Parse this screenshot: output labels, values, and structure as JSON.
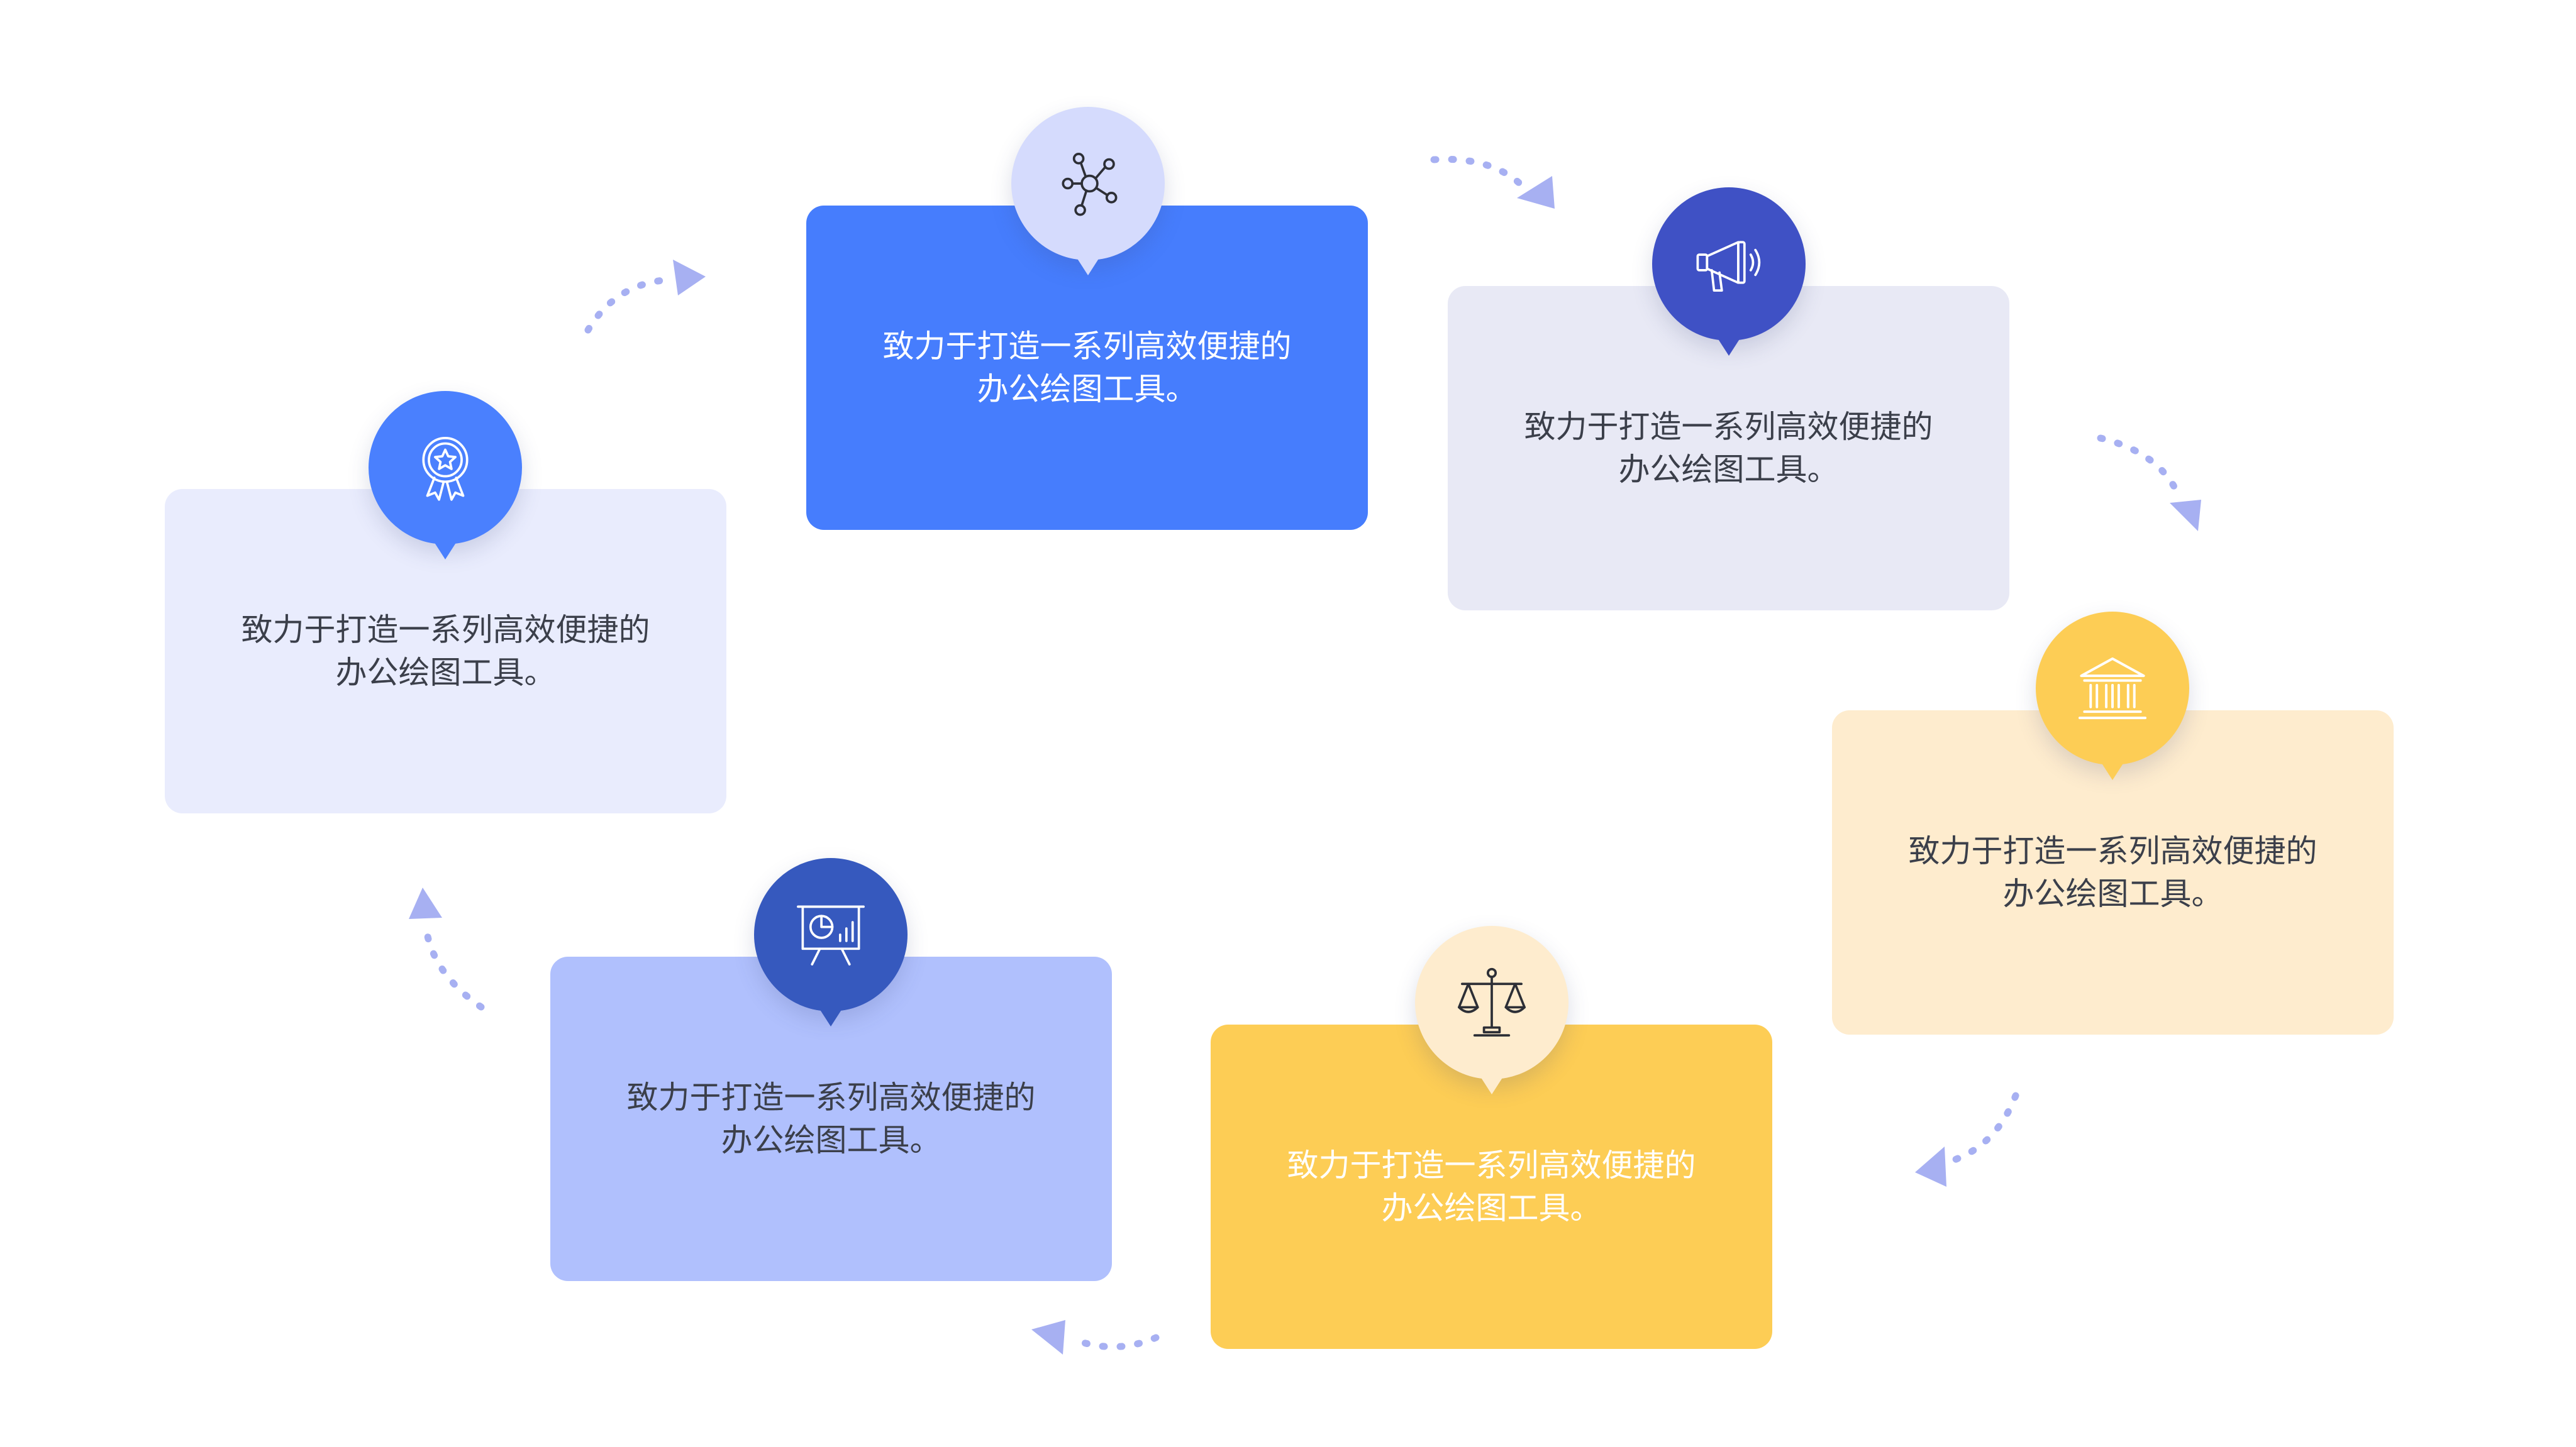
{
  "cycle": {
    "steps": [
      {
        "text": "致力于打造一系列高效便捷的\n办公绘图工具。",
        "icon": "award-ribbon-icon",
        "card_color": "#e9ecfd",
        "badge_color": "#4a80fe"
      },
      {
        "text": "致力于打造一系列高效便捷的\n办公绘图工具。",
        "icon": "network-hub-icon",
        "card_color": "#467dfd",
        "badge_color": "#d5dbfd"
      },
      {
        "text": "致力于打造一系列高效便捷的\n办公绘图工具。",
        "icon": "megaphone-icon",
        "card_color": "#e8e9f5",
        "badge_color": "#3f51c5"
      },
      {
        "text": "致力于打造一系列高效便捷的\n办公绘图工具。",
        "icon": "bank-building-icon",
        "card_color": "#feecce",
        "badge_color": "#fdcd55"
      },
      {
        "text": "致力于打造一系列高效便捷的\n办公绘图工具。",
        "icon": "balance-scale-icon",
        "card_color": "#fdcd55",
        "badge_color": "#feecce"
      },
      {
        "text": "致力于打造一系列高效便捷的\n办公绘图工具。",
        "icon": "presentation-board-icon",
        "card_color": "#b0c0fd",
        "badge_color": "#3659be"
      }
    ],
    "arrow_color": "#a7b0f2"
  }
}
